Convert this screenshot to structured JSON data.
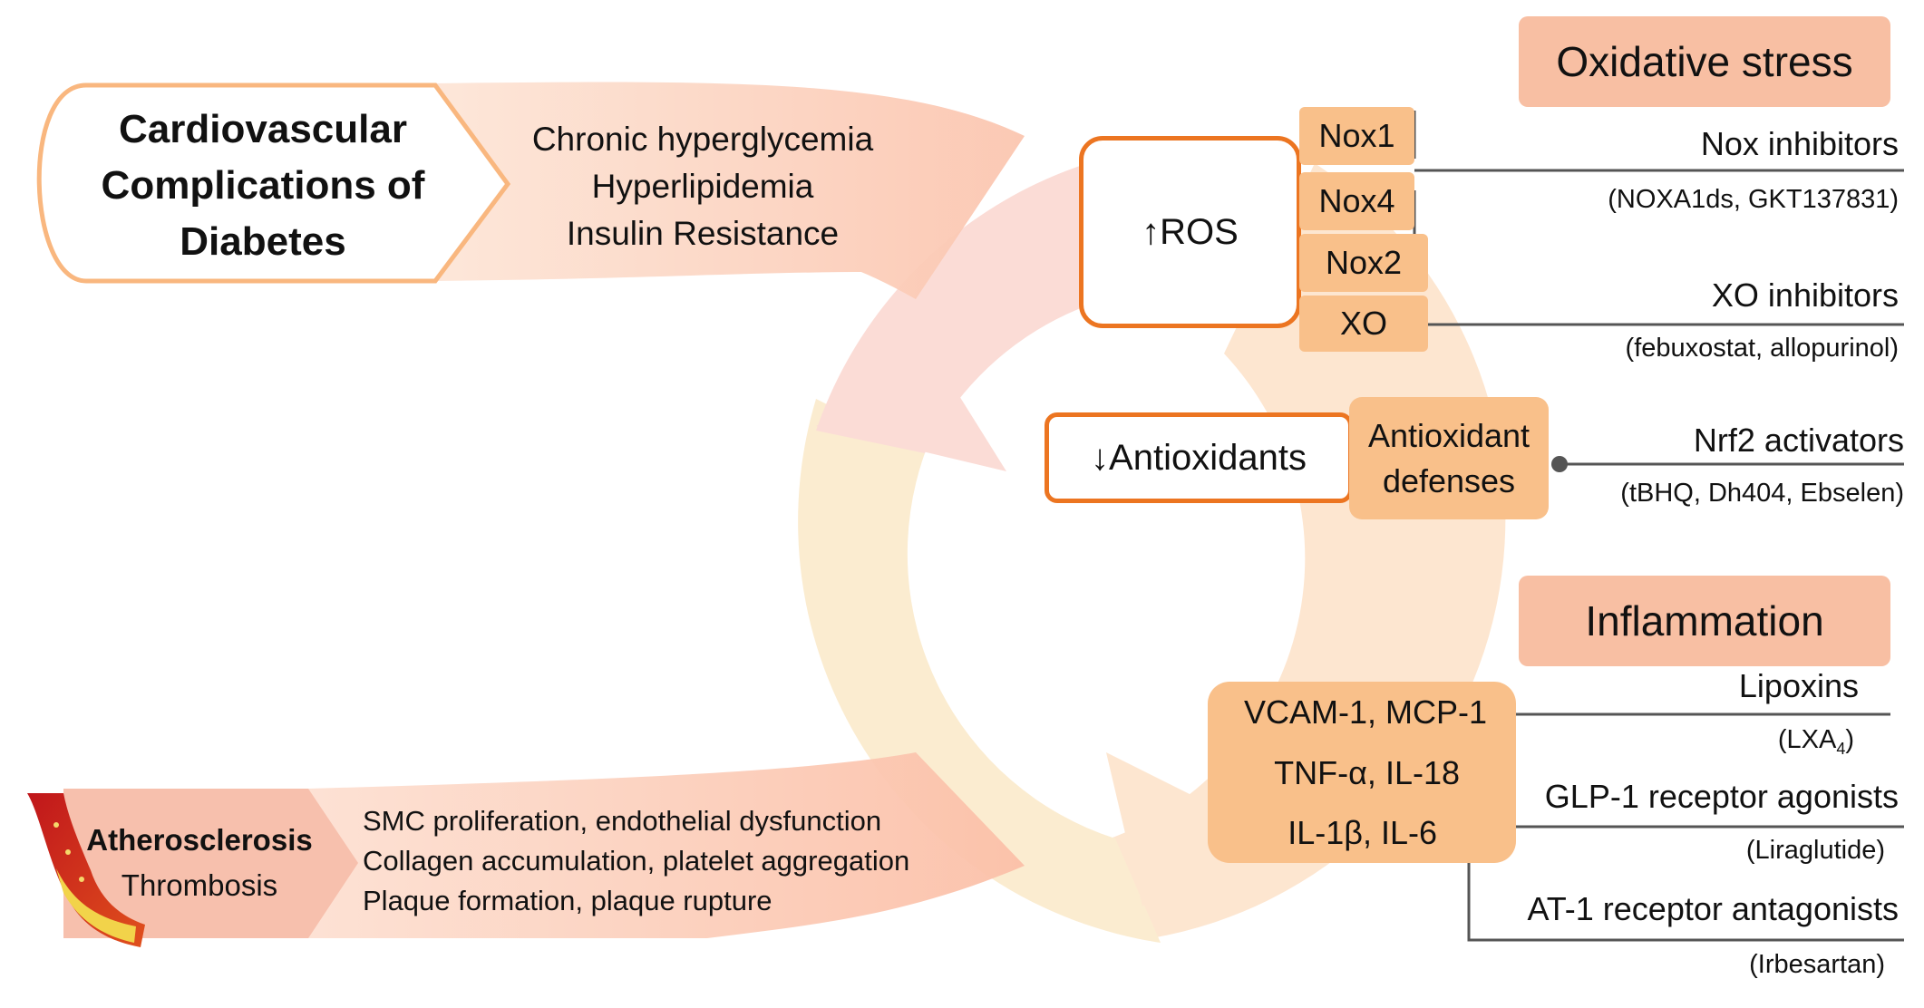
{
  "diagram": {
    "title": "Cardiovascular Complications of Diabetes",
    "risk_factors": [
      "Chronic hyperglycemia",
      "Hyperlipidemia",
      "Insulin Resistance"
    ],
    "oxidative_stress": {
      "header": "Oxidative stress",
      "ros_label": "↑ROS",
      "sources": [
        "Nox1",
        "Nox4",
        "Nox2",
        "XO"
      ],
      "antioxidants_label": "↓Antioxidants",
      "antioxidant_defenses": [
        "Antioxidant",
        "defenses"
      ]
    },
    "inflammation": {
      "header": "Inflammation",
      "markers": [
        "VCAM-1, MCP-1",
        "TNF-α, IL-18",
        "IL-1β, IL-6"
      ]
    },
    "interventions": [
      {
        "name": "Nox inhibitors",
        "examples": "(NOXA1ds, GKT137831)"
      },
      {
        "name": "XO inhibitors",
        "examples": "(febuxostat, allopurinol)"
      },
      {
        "name": "Nrf2 activators",
        "examples": "(tBHQ, Dh404, Ebselen)"
      },
      {
        "name": "Lipoxins",
        "examples_prefix": "(LXA",
        "examples_sub": "4",
        "examples_suffix": ")"
      },
      {
        "name": "GLP-1 receptor agonists",
        "examples": "(Liraglutide)"
      },
      {
        "name": "AT-1 receptor antagonists",
        "examples": "(Irbesartan)"
      }
    ],
    "outcome": {
      "title": "Atherosclerosis",
      "subtitle": "Thrombosis",
      "processes": [
        "SMC proliferation, endothelial dysfunction",
        "Collagen accumulation, platelet aggregation",
        "Plaque formation, plaque rupture"
      ]
    },
    "colors": {
      "accent_orange": "#ec7521",
      "box_orange": "#f9c08a",
      "header_salmon": "#f8bfa3",
      "ring_pink": "#fbdcd6",
      "ring_yellow": "#fbecd0",
      "ring_peach": "#fde4cc",
      "line_gray": "#555555"
    },
    "icons": [
      "artery-plaque-icon",
      "inhibition-bar-icon",
      "activation-dot-icon"
    ]
  }
}
